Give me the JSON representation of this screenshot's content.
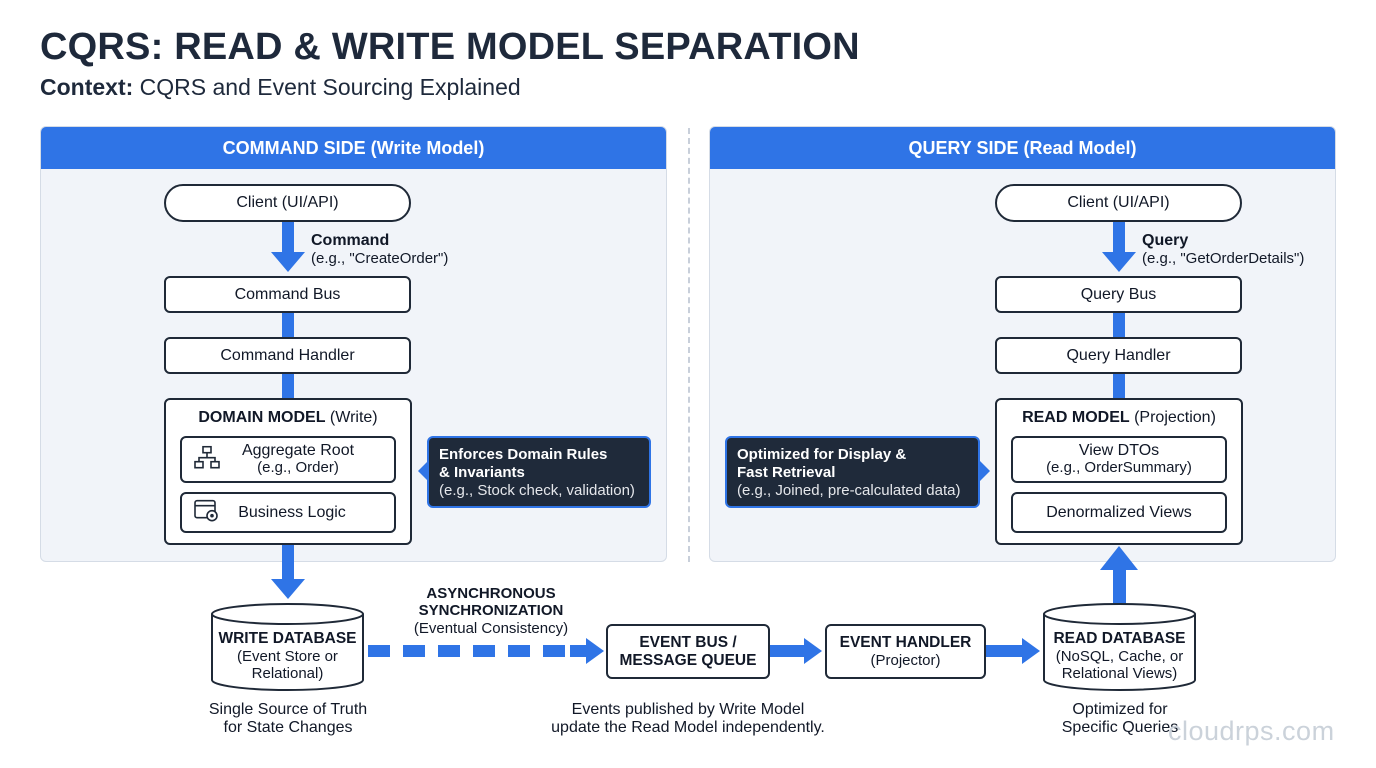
{
  "title": "CQRS: READ & WRITE MODEL SEPARATION",
  "context_label": "Context:",
  "context_text": "CQRS and Event Sourcing Explained",
  "command_side": {
    "header": "COMMAND SIDE (Write Model)",
    "client": "Client (UI/API)",
    "arrow_label_bold": "Command",
    "arrow_label_sub": "(e.g., \"CreateOrder\")",
    "bus": "Command Bus",
    "handler": "Command Handler",
    "domain_model_bold": "DOMAIN MODEL",
    "domain_model_rest": "(Write)",
    "aggregate_root": "Aggregate Root",
    "aggregate_root_sub": "(e.g., Order)",
    "business_logic": "Business Logic",
    "callout_title_1": "Enforces Domain Rules",
    "callout_title_2": "& Invariants",
    "callout_sub": "(e.g., Stock check, validation)"
  },
  "query_side": {
    "header": "QUERY SIDE (Read Model)",
    "client": "Client (UI/API)",
    "arrow_label_bold": "Query",
    "arrow_label_sub": "(e.g., \"GetOrderDetails\")",
    "bus": "Query Bus",
    "handler": "Query Handler",
    "read_model_bold": "READ MODEL",
    "read_model_rest": "(Projection)",
    "view_dtos": "View DTOs",
    "view_dtos_sub": "(e.g., OrderSummary)",
    "denormalized": "Denormalized Views",
    "callout_title_1": "Optimized for Display &",
    "callout_title_2": "Fast Retrieval",
    "callout_sub": "(e.g., Joined, pre-calculated data)"
  },
  "bottom": {
    "write_db_title": "WRITE DATABASE",
    "write_db_sub_1": "(Event Store or",
    "write_db_sub_2": "Relational)",
    "write_db_note_1": "Single Source of Truth",
    "write_db_note_2": "for State Changes",
    "async_1": "ASYNCHRONOUS",
    "async_2": "SYNCHRONIZATION",
    "async_sub": "(Eventual Consistency)",
    "event_bus_1": "EVENT BUS /",
    "event_bus_2": "MESSAGE QUEUE",
    "event_handler": "EVENT HANDLER",
    "event_handler_sub": "(Projector)",
    "read_db_title": "READ DATABASE",
    "read_db_sub_1": "(NoSQL, Cache, or",
    "read_db_sub_2": "Relational Views)",
    "read_db_note_1": "Optimized for",
    "read_db_note_2": "Specific Queries",
    "events_note_1": "Events published by Write Model",
    "events_note_2": "update the Read Model independently."
  },
  "watermark": "cloudrps.com",
  "colors": {
    "accent": "#2f74e6",
    "dark": "#1f2a3a",
    "panel_bg": "#f1f4f9"
  },
  "icons": [
    "hierarchy-icon",
    "gear-window-icon"
  ]
}
